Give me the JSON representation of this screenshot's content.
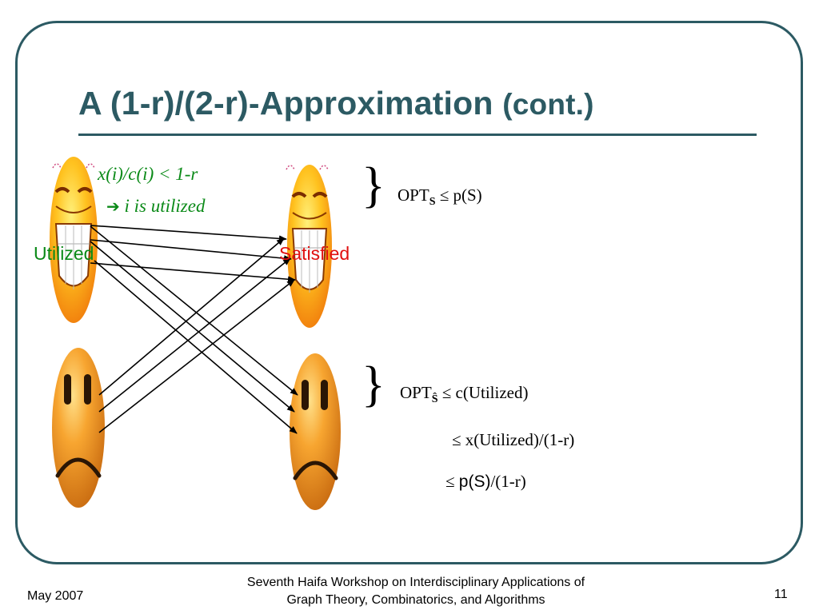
{
  "slide": {
    "title_main": "A (1-r)/(2-r)-Approximation",
    "title_suffix": "(cont.)",
    "condition": "x(i)/c(i) < 1-r",
    "implication_arrow": "➔",
    "implication_text": "i is utilized",
    "label_utilized": "Utilized",
    "label_satisfied": "Satisfied",
    "brace": "}",
    "opt_s": {
      "opt": "OPT",
      "sub": "S",
      "rest": " ≤  p(S)"
    },
    "opt_shat": {
      "opt": "OPT",
      "sub": "Ŝ",
      "rest": "  ≤ c(Utilized)"
    },
    "line2": "≤  x(Utilized)/(1-r)",
    "line3_le": "≤   ",
    "line3_ps": "p(S)",
    "line3_rest": "/(1-r)"
  },
  "faces": [
    {
      "name": "happy-face-utilized",
      "mood": "happy"
    },
    {
      "name": "happy-face-satisfied",
      "mood": "happy"
    },
    {
      "name": "sad-face-left",
      "mood": "sad"
    },
    {
      "name": "sad-face-right",
      "mood": "sad"
    }
  ],
  "colors": {
    "accent": "#2c5a63",
    "green": "#0b8a18",
    "red": "#e01010",
    "face_orange": "#f7a21a",
    "face_yellow": "#ffd23a"
  },
  "footer": {
    "date": "May 2007",
    "line1": "Seventh Haifa Workshop on Interdisciplinary Applications of",
    "line2": "Graph Theory, Combinatorics, and Algorithms",
    "page": "11"
  }
}
